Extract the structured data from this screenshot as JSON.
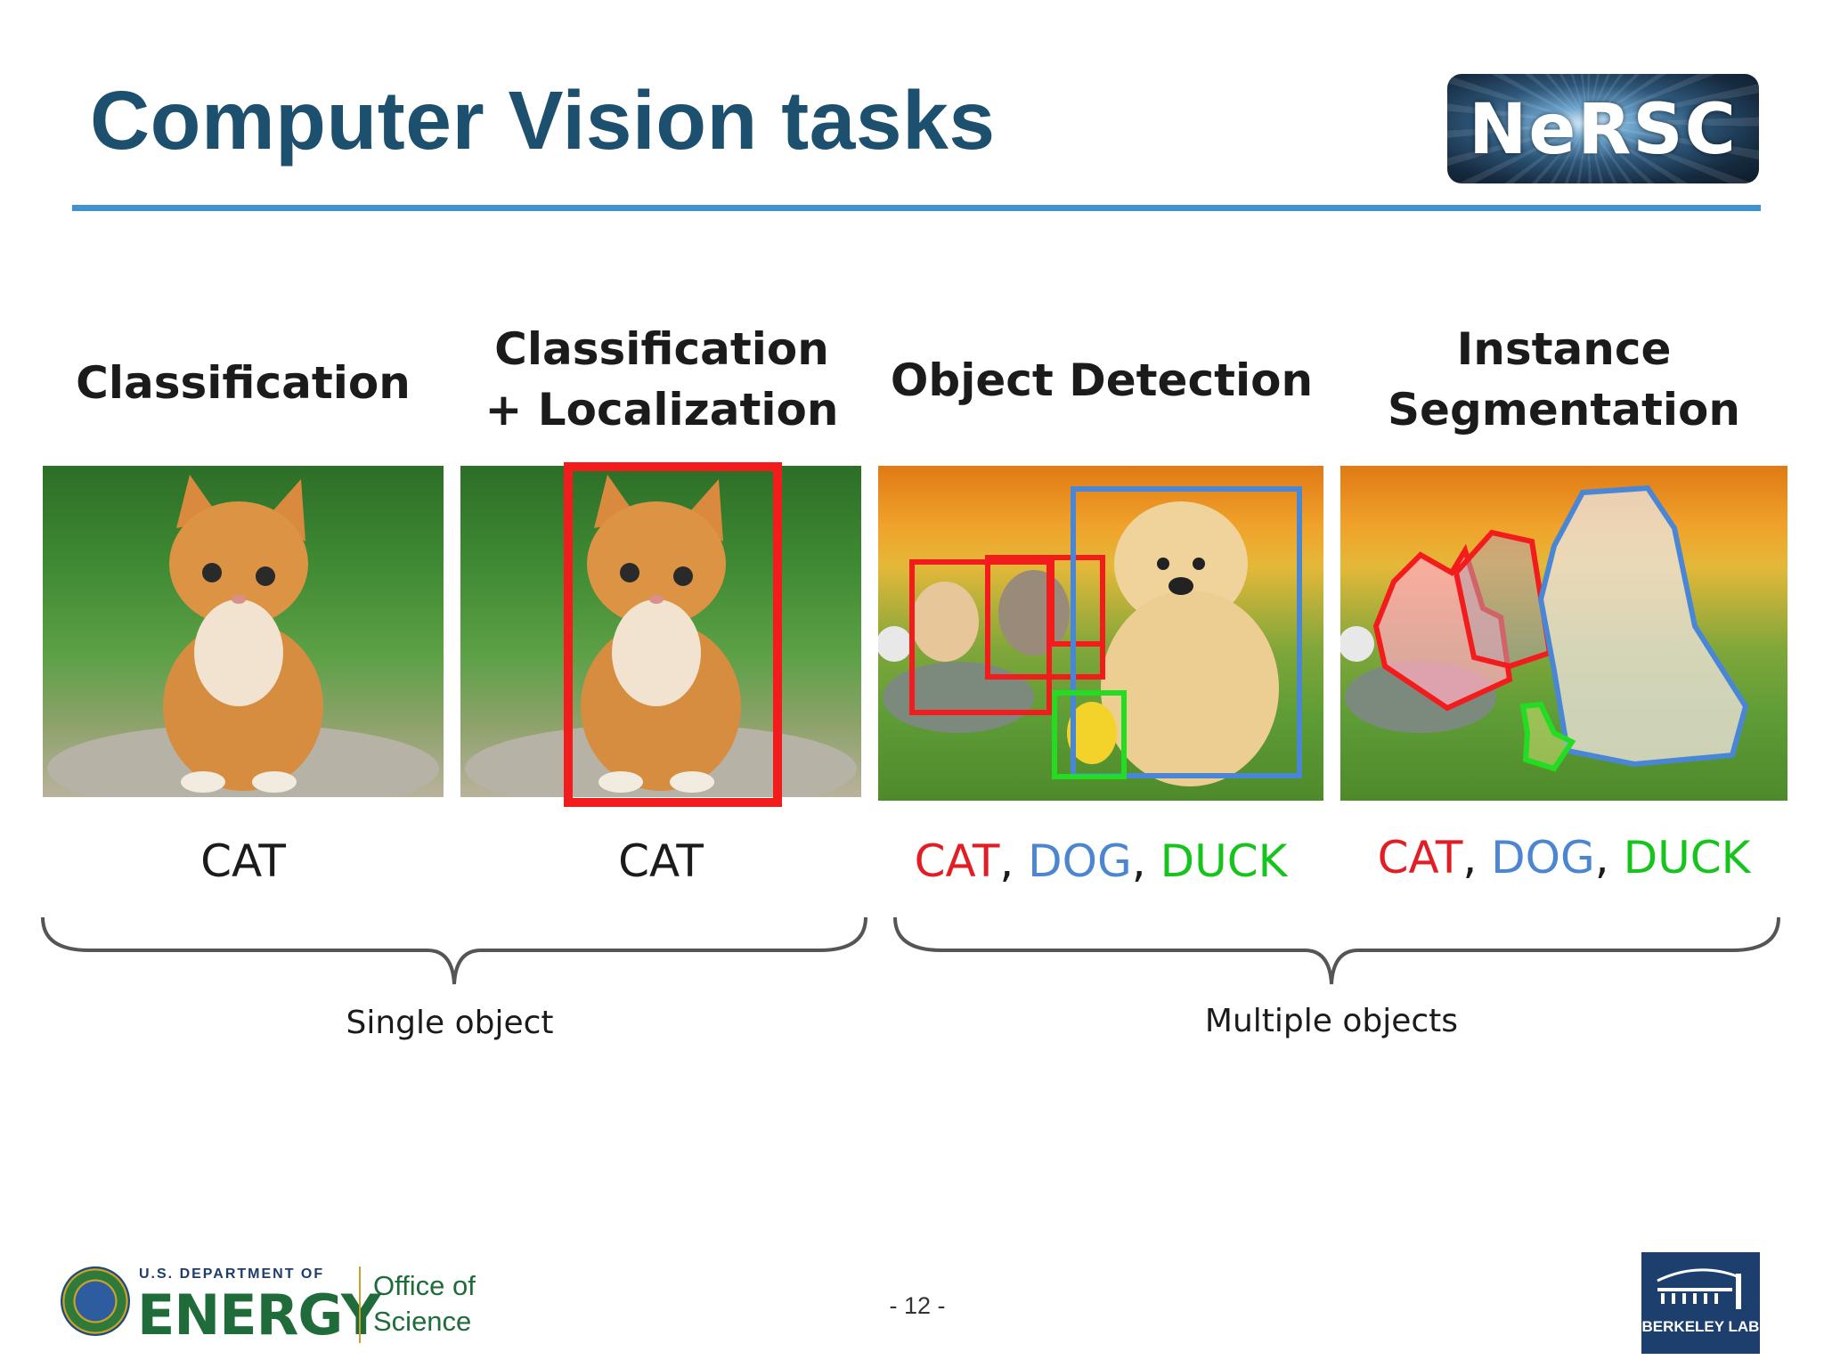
{
  "header": {
    "title": "Computer Vision tasks",
    "logo_text": "NeRSC"
  },
  "tasks": [
    {
      "title_line1": "Classification",
      "title_line2": "",
      "caption": "CAT"
    },
    {
      "title_line1": "Classification",
      "title_line2": "+ Localization",
      "caption": "CAT"
    },
    {
      "title_line1": "Object Detection",
      "title_line2": "",
      "caption_parts": [
        "CAT",
        "DOG",
        "DUCK"
      ]
    },
    {
      "title_line1": "Instance",
      "title_line2": "Segmentation",
      "caption_parts": [
        "CAT",
        "DOG",
        "DUCK"
      ]
    }
  ],
  "caption_separator": ",",
  "groups": {
    "single": "Single object",
    "multiple": "Multiple objects"
  },
  "colors": {
    "title": "#1d4f6e",
    "rule": "#3f94cf",
    "cat": "#e21e24",
    "dog": "#4c86d0",
    "duck": "#17c41d"
  },
  "footer": {
    "page_number": "- 12 -",
    "doe_small": "U.S. DEPARTMENT OF",
    "doe_big": "ENERGY",
    "doe_office_line1": "Office of",
    "doe_office_line2": "Science",
    "berkeley": "BERKELEY LAB"
  }
}
